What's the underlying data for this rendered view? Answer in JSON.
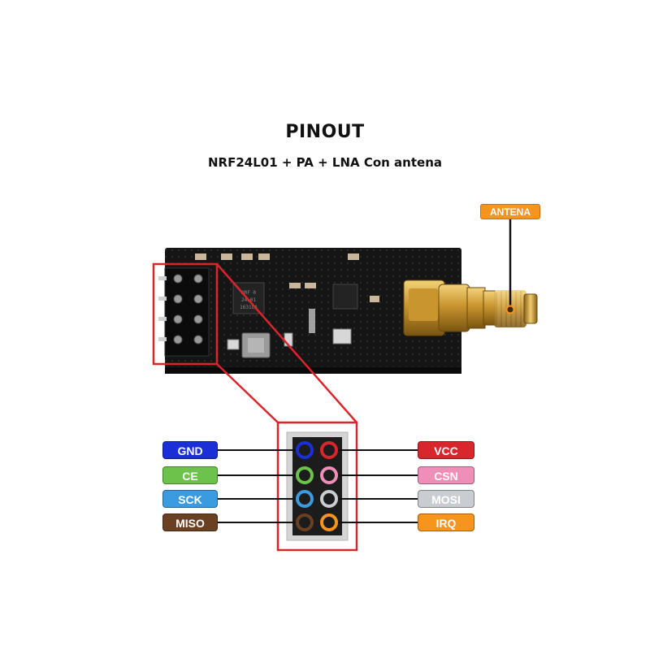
{
  "title": "PINOUT",
  "subtitle": "NRF24L01 + PA + LNA Con antena",
  "antenna_label": "ANTENA",
  "board_chip_text": [
    "NRF 0",
    "24L01",
    "1631LA"
  ],
  "pins_left": [
    {
      "label": "GND",
      "color": "#1a2fd6"
    },
    {
      "label": "CE",
      "color": "#6cc24a"
    },
    {
      "label": "SCK",
      "color": "#3b9be0"
    },
    {
      "label": "MISO",
      "color": "#6b3f22"
    }
  ],
  "pins_right": [
    {
      "label": "VCC",
      "color": "#d8262c"
    },
    {
      "label": "CSN",
      "color": "#ef8fb8"
    },
    {
      "label": "MOSI",
      "color": "#c9cdd2"
    },
    {
      "label": "IRQ",
      "color": "#f7941d"
    }
  ],
  "colors": {
    "highlight": "#d8262c",
    "board": "#141414",
    "antenna_gold": "#d4a437"
  }
}
